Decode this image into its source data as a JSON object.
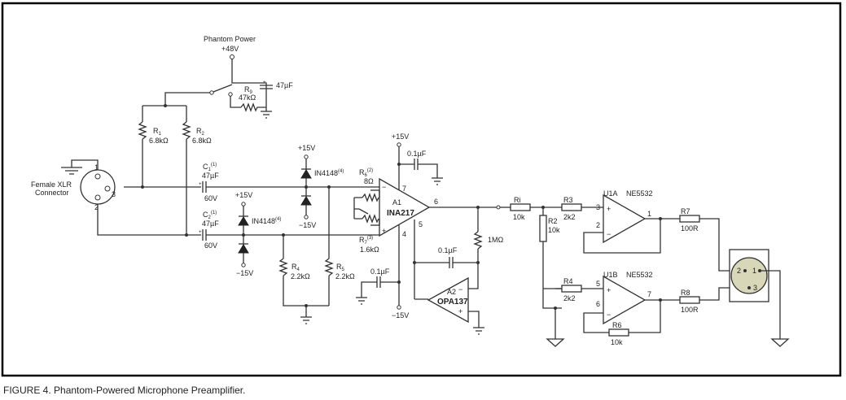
{
  "caption": "FIGURE 4. Phantom-Powered Microphone Preamplifier.",
  "phantom": {
    "title": "Phantom Power",
    "voltage": "+48V",
    "cap_value": "47µF",
    "res_name": "R",
    "res_sub": "9",
    "res_value": "47kΩ"
  },
  "xlr_in": {
    "label_line1": "Female XLR",
    "label_line2": "Connector",
    "pin1": "1",
    "pin2": "2",
    "pin3": "3"
  },
  "r1": {
    "name": "R",
    "sub": "1",
    "value": "6.8kΩ"
  },
  "r2": {
    "name": "R",
    "sub": "2",
    "value": "6.8kΩ"
  },
  "c1": {
    "name": "C",
    "sub": "1",
    "sup": "(1)",
    "value": "47µF",
    "voltage": "60V"
  },
  "c2": {
    "name": "C",
    "sub": "2",
    "sup": "(1)",
    "value": "47µF",
    "voltage": "60V"
  },
  "diodes_top": {
    "supply_pos": "+15V",
    "part": "IN4148",
    "sup": "(4)",
    "supply_neg": "−15V"
  },
  "diodes_bottom": {
    "supply_pos": "+15V",
    "part": "IN4148",
    "sup": "(4)",
    "supply_neg": "−15V"
  },
  "r4": {
    "name": "R",
    "sub": "4",
    "value": "2.2kΩ"
  },
  "r5": {
    "name": "R",
    "sub": "5",
    "value": "2.2kΩ"
  },
  "r6": {
    "name": "R",
    "sub": "6",
    "sup": "(2)",
    "value": "8Ω"
  },
  "r7": {
    "name": "R",
    "sub": "7",
    "sup": "(3)",
    "value": "1.6kΩ"
  },
  "a1": {
    "name": "A1",
    "part": "INA217",
    "supply": "+15V",
    "supply_neg": "−15V",
    "pin7": "7",
    "pin6": "6",
    "pin5": "5",
    "pin4": "4",
    "minus": "−",
    "plus": "+"
  },
  "c_bypass_pos": "0.1µF",
  "c_bypass_neg": "0.1µF",
  "c_servo": "0.1µF",
  "r_servo": "1MΩ",
  "a2": {
    "name": "A2",
    "part": "OPA137",
    "minus": "−",
    "plus": "+"
  },
  "ri": {
    "name": "Ri",
    "value": "10k"
  },
  "r2b": {
    "name": "R2",
    "value": "10k"
  },
  "r3": {
    "name": "R3",
    "value": "2k2"
  },
  "r4b": {
    "name": "R4",
    "value": "2k2"
  },
  "r6b": {
    "name": "R6",
    "value": "10k"
  },
  "r7b": {
    "name": "R7",
    "value": "100R"
  },
  "r8b": {
    "name": "R8",
    "value": "100R"
  },
  "u1a": {
    "name": "U1A",
    "part": "NE5532",
    "pin3": "3",
    "pin2": "2",
    "pin1": "1",
    "plus": "+",
    "minus": "−"
  },
  "u1b": {
    "name": "U1B",
    "part": "NE5532",
    "pin5": "5",
    "pin6": "6",
    "pin7": "7",
    "plus": "+",
    "minus": "−"
  },
  "xlr_out": {
    "pin1": "1",
    "pin2": "2",
    "pin3": "3"
  }
}
